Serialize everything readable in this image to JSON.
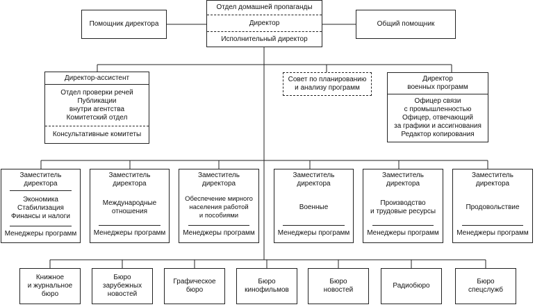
{
  "top": {
    "department": "Отдел домашней пропаганды",
    "director": "Директор",
    "executive": "Исполнительный директор"
  },
  "assistant_director": "Помощник директора",
  "general_assistant": "Общий помощник",
  "director_assistant": {
    "title": "Директор-ассистент",
    "units": "Отдел проверки речей\nПубликации\nвнутри агентства\nКомитетский отдел",
    "committees": "Консультативные комитеты"
  },
  "council": "Совет по планированию\nи анализу программ",
  "military_programs": {
    "title": "Директор\nвоенных программ",
    "units": "Офицер связи\nс промышленностью\nОфицер, отвечающий\nза графики и ассигнования\nРедактор копирования"
  },
  "deputies": [
    {
      "title": "Заместитель\nдиректора",
      "area": "Экономика\nСтабилизация\nФинансы и налоги",
      "managers": "Менеджеры программ"
    },
    {
      "title": "Заместитель\nдиректора",
      "area": "Международные\nотношения",
      "managers": "Менеджеры программ"
    },
    {
      "title": "Заместитель\nдиректора",
      "area": "Обеспечение мирного\nнаселения работой\nи пособиями",
      "managers": "Менеджеры программ"
    },
    {
      "title": "Заместитель\nдиректора",
      "area": "Военные",
      "managers": "Менеджеры программ"
    },
    {
      "title": "Заместитель\nдиректора",
      "area": "Производство\nи трудовые ресурсы",
      "managers": "Менеджеры программ"
    },
    {
      "title": "Заместитель\nдиректора",
      "area": "Продовольствие",
      "managers": "Менеджеры программ"
    }
  ],
  "bureaus": [
    "Книжное\nи журнальное\nбюро",
    "Бюро\nзарубежных\nновостей",
    "Графическое\nбюро",
    "Бюро\nкинофильмов",
    "Бюро\nновостей",
    "Радиобюро",
    "Бюро\nспецслужб"
  ]
}
